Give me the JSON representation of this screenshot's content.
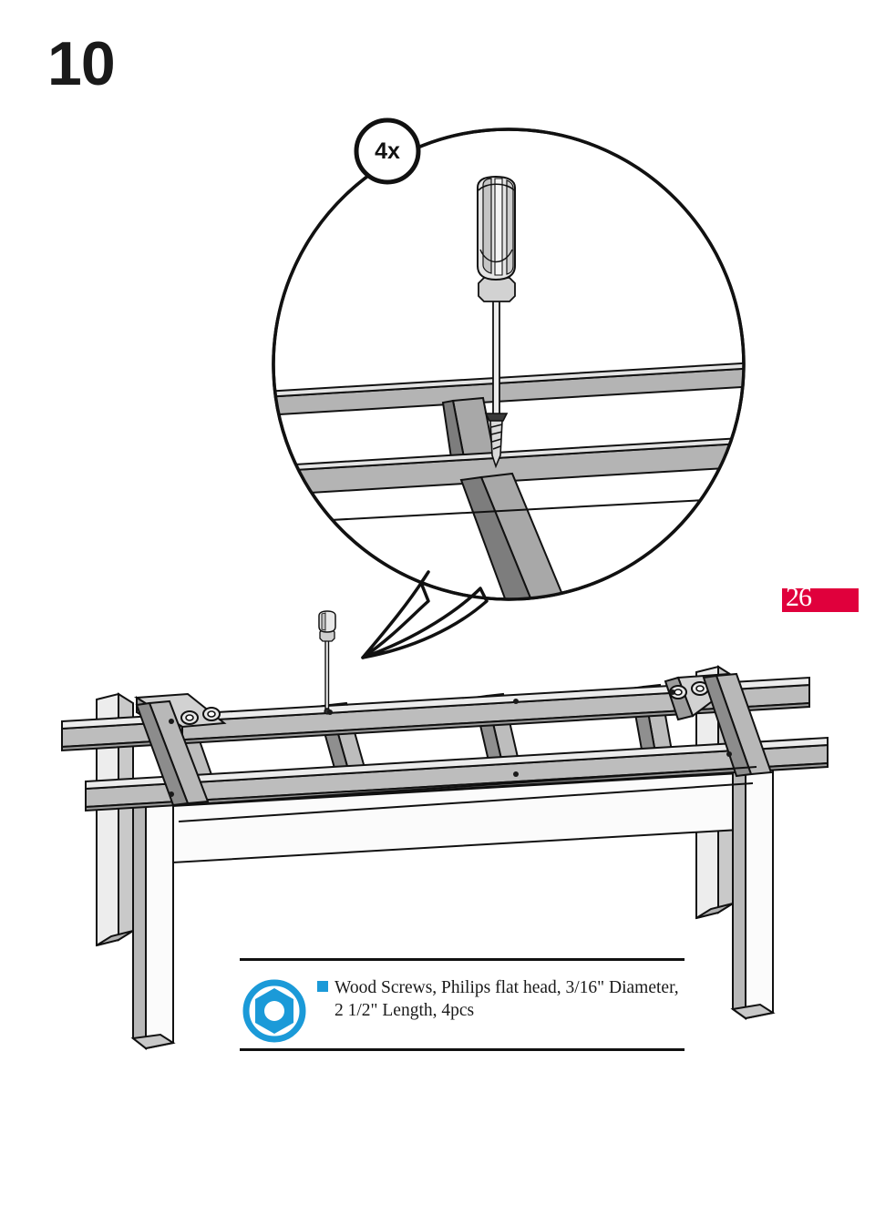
{
  "document": {
    "type": "furniture-assembly-instruction",
    "step_number": "10",
    "page_number": "26"
  },
  "callout": {
    "multiplier_label": "4x",
    "shape": "magnifier-speech-bubble",
    "detail_description": "screwdriver driving wood screw through crossing slat joint"
  },
  "legend": {
    "bullet_color": "#1b9ad8",
    "icon_name": "hex-nut-icon",
    "icon_color": "#1b9ad8",
    "line1": "Wood Screws, Philips flat head, 3/16\" Diameter,",
    "line2": "2 1/2\"  Length, 4pcs"
  },
  "colors": {
    "badge_red": "#e0003c",
    "accent_blue": "#1b9ad8",
    "ink": "#1a1a1a",
    "wood_light": "#e9e9e9",
    "wood_mid": "#b4b4b4",
    "wood_dark": "#8c8c8c",
    "wood_shadow": "#7d7d7d"
  },
  "illustration": {
    "main_view_name": "table-frame-assembly",
    "parts": [
      "table-top-rail-front",
      "table-top-rail-back",
      "cross-slat",
      "table-leg",
      "corner-bracket",
      "screwdriver",
      "wood-screw"
    ],
    "cross_slat_count": 4,
    "leg_count": 4,
    "screwdriver_label": "screwdriver",
    "screw_label": "wood-screw"
  }
}
